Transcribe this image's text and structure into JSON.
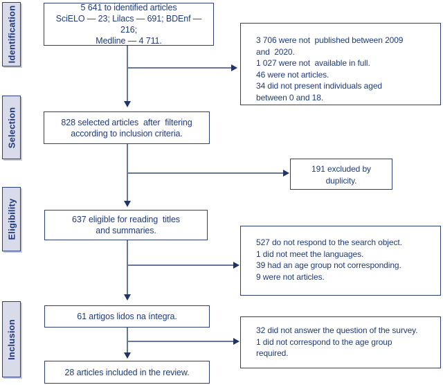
{
  "colors": {
    "text_navy": "#1e3a78",
    "box_border_navy": "#2b3e75",
    "line_slate": "#66759a",
    "arrowhead_navy": "#1f3468",
    "stage_fill_lavender": "#d9daea",
    "background": "#ffffff"
  },
  "sidebar": {
    "stages": [
      {
        "label": "Identification"
      },
      {
        "label": "Selection"
      },
      {
        "label": "Eligibility"
      },
      {
        "label": "Inclusion"
      }
    ]
  },
  "flow": [
    {
      "lines": [
        "5 641 to identified articles",
        "SciELO — 23; Lilacs — 691; BDEnf — 216;",
        "Medline — 4 711."
      ]
    },
    {
      "lines": [
        "828 selected articles  after  filtering",
        "according to inclusion criteria."
      ]
    },
    {
      "lines": [
        "637 eligible for reading  titles",
        "and summaries."
      ]
    },
    {
      "lines": [
        "61 artigos lidos na íntegra."
      ]
    },
    {
      "lines": [
        "28 articles included in the review."
      ]
    }
  ],
  "exclusions": [
    {
      "lines": [
        "3 706 were not  published between 2009",
        "and  2020.",
        "1 027 were not  available in full.",
        "46 were not articles.",
        "34 did not present individuals aged",
        "between 0 and 18."
      ]
    },
    {
      "lines": [
        "191 excluded by",
        "duplicity."
      ]
    },
    {
      "lines": [
        "527 do not respond to the search object.",
        "1 did not meet the languages.",
        "39 had an age group not corresponding.",
        "9 were not articles."
      ]
    },
    {
      "lines": [
        "32 did not answer the question of the survey.",
        "1 did not correspond to the age group",
        "required."
      ]
    }
  ]
}
